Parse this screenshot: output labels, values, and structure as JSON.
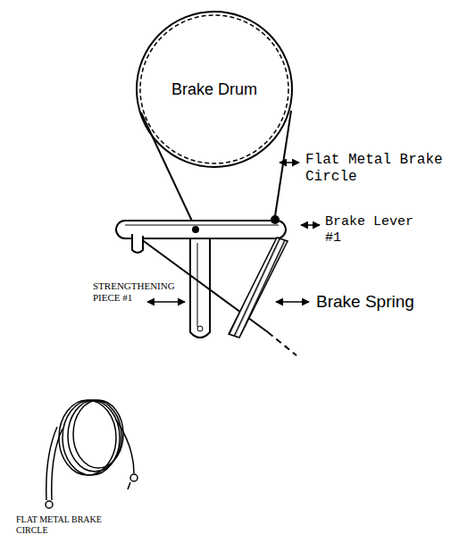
{
  "diagram": {
    "nodes": [
      {
        "text": [
          "Brake Drum"
        ]
      }
    ],
    "labels": [
      "Flat Metal Brake Circle",
      "Brake Lever #1",
      "STRENGTHENING PIECE #1",
      "Brake Spring",
      "FLAT METAL BRAKE CIRCLE"
    ]
  }
}
